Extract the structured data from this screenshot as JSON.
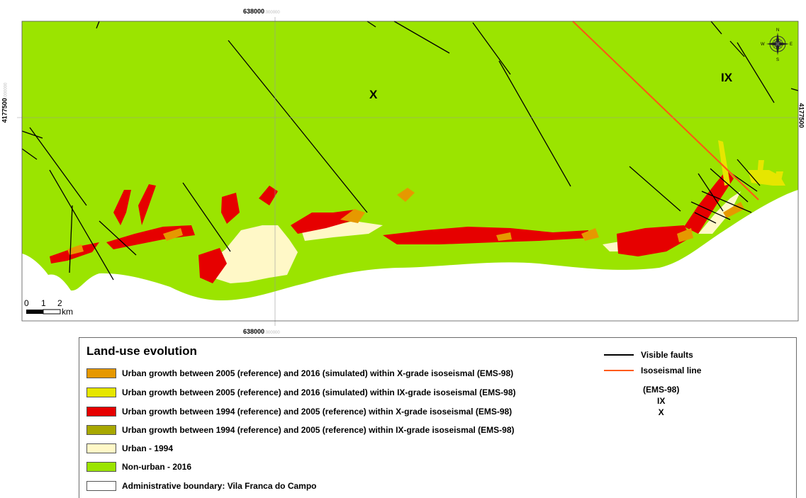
{
  "coordinates": {
    "top_easting": "638000",
    "top_easting_decimals": ".000000",
    "bottom_easting": "638000",
    "bottom_easting_decimals": ".000000",
    "left_northing": "4177500",
    "left_northing_decimals": ".000000",
    "right_northing": "4177500"
  },
  "map": {
    "zone_labels": [
      "X",
      "IX"
    ],
    "compass": {
      "n": "N",
      "s": "S",
      "e": "E",
      "w": "W"
    },
    "scale": {
      "ticks": [
        "0",
        "1",
        "2"
      ],
      "unit": "km"
    }
  },
  "colors": {
    "non_urban": "#9be400",
    "urban_1994": "#fff8c7",
    "red": "#e60000",
    "orange": "#e69800",
    "yellow": "#e6e600",
    "olive": "#a8a800",
    "fault": "#000000",
    "isoseismal": "#ff5a14",
    "sea": "#ffffff"
  },
  "legend": {
    "title": "Land-use evolution",
    "items": [
      {
        "label": "Urban growth between 2005 (reference) and 2016 (simulated) within X-grade isoseismal (EMS-98)",
        "color": "#e69800"
      },
      {
        "label": "Urban growth between 2005 (reference) and 2016 (simulated) within IX-grade isoseismal (EMS-98)",
        "color": "#e6e600"
      },
      {
        "label": "Urban growth between 1994 (reference) and 2005 (reference) within X-grade isoseismal (EMS-98)",
        "color": "#e60000"
      },
      {
        "label": "Urban growth between 1994 (reference) and 2005 (reference) within IX-grade isoseismal (EMS-98)",
        "color": "#a8a800"
      },
      {
        "label": "Urban - 1994",
        "color": "#fff8c7"
      },
      {
        "label": "Non-urban - 2016",
        "color": "#9be400"
      },
      {
        "label": "Administrative boundary: Vila Franca do Campo",
        "color": "#ffffff"
      }
    ],
    "lines": [
      {
        "label": "Visible faults",
        "color": "#000000"
      },
      {
        "label": "Isoseismal line",
        "color": "#ff5a14"
      }
    ],
    "grade_title": "(EMS-98)",
    "grades": [
      "IX",
      "X"
    ]
  }
}
